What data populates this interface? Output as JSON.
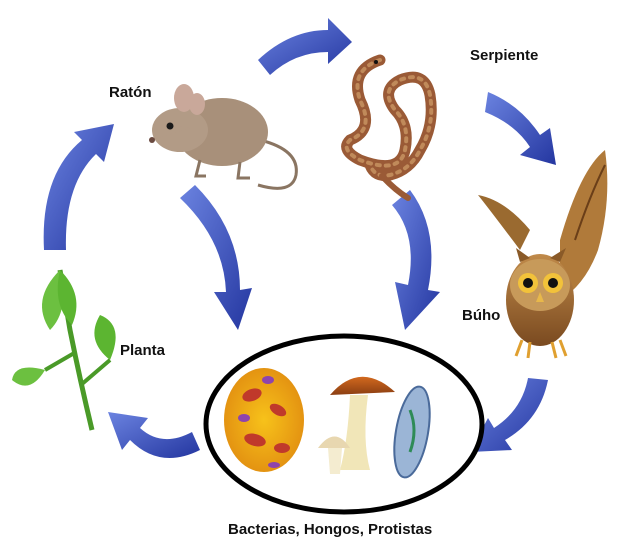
{
  "diagram": {
    "labels": {
      "raton": "Ratón",
      "serpiente": "Serpiente",
      "buho": "Búho",
      "planta": "Planta",
      "descomponedores": "Bacterias, Hongos, Protistas"
    },
    "organisms": [
      {
        "id": "raton",
        "icon": "mouse-icon"
      },
      {
        "id": "serpiente",
        "icon": "snake-icon"
      },
      {
        "id": "buho",
        "icon": "owl-icon"
      },
      {
        "id": "planta",
        "icon": "plant-icon"
      },
      {
        "id": "descomponedores",
        "icon": "decomposers-icon"
      }
    ],
    "colors": {
      "arrow": "#2f45b0",
      "arrow_light": "#5c74d8",
      "mouse": "#a8907a",
      "snake": "#9a5a36",
      "owl": "#a8743a",
      "plant": "#5cb531",
      "ellipse_stroke": "#000000",
      "background": "#ffffff"
    }
  }
}
